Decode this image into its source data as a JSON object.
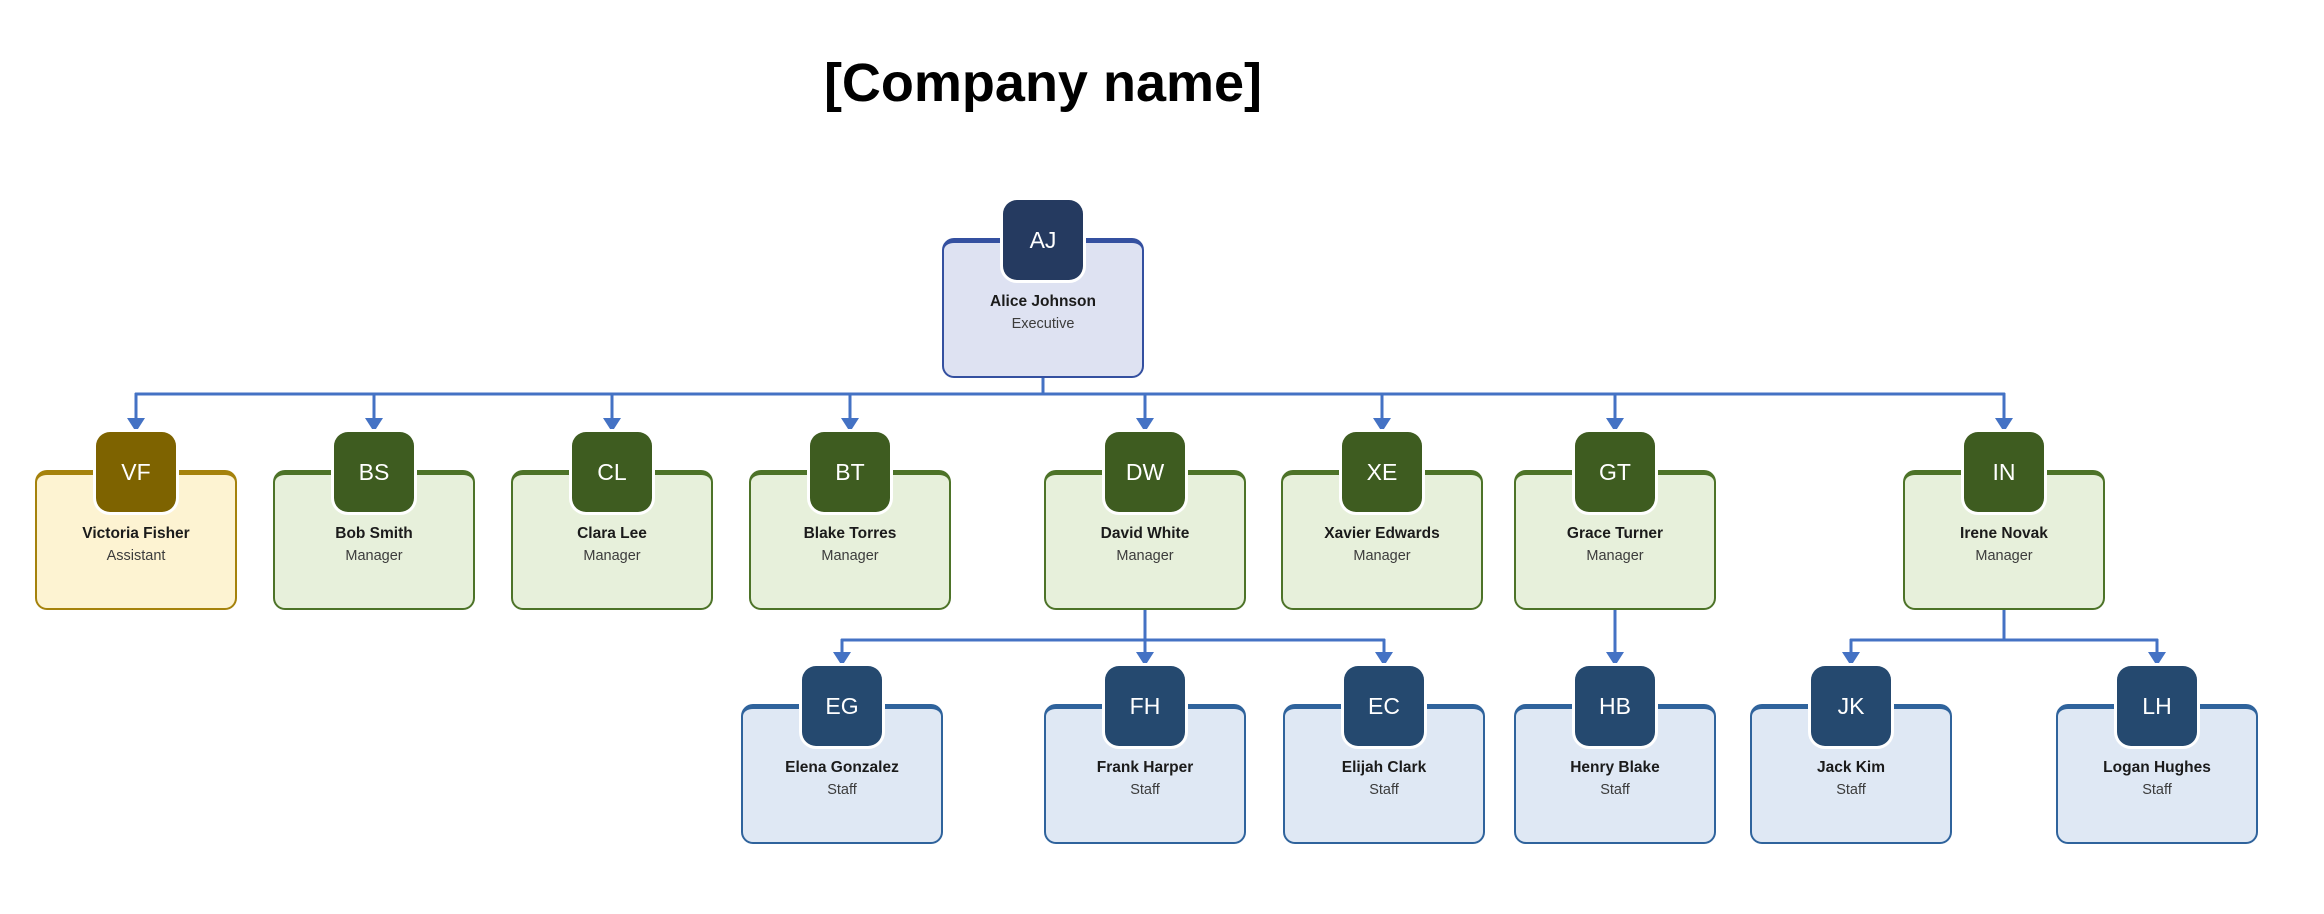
{
  "title": "[Company name]",
  "connector_color": "#4472C4",
  "themes": {
    "executive": {
      "avatar": "#253A60",
      "border": "#3450A0",
      "fill": "#DEE2F2"
    },
    "assistant": {
      "avatar": "#7E6300",
      "border": "#A5820C",
      "fill": "#FDF3D2"
    },
    "manager": {
      "avatar": "#3E5C20",
      "border": "#4D7328",
      "fill": "#E7F0DB"
    },
    "staff": {
      "avatar": "#25496F",
      "border": "#2F639C",
      "fill": "#DFE8F4"
    }
  },
  "nodes": [
    {
      "id": "aj",
      "initials": "AJ",
      "name": "Alice Johnson",
      "role": "Executive",
      "theme": "executive",
      "parent": null
    },
    {
      "id": "vf",
      "initials": "VF",
      "name": "Victoria Fisher",
      "role": "Assistant",
      "theme": "assistant",
      "parent": "aj"
    },
    {
      "id": "bs",
      "initials": "BS",
      "name": "Bob Smith",
      "role": "Manager",
      "theme": "manager",
      "parent": "aj"
    },
    {
      "id": "cl",
      "initials": "CL",
      "name": "Clara Lee",
      "role": "Manager",
      "theme": "manager",
      "parent": "aj"
    },
    {
      "id": "bt",
      "initials": "BT",
      "name": "Blake Torres",
      "role": "Manager",
      "theme": "manager",
      "parent": "aj"
    },
    {
      "id": "dw",
      "initials": "DW",
      "name": "David White",
      "role": "Manager",
      "theme": "manager",
      "parent": "aj"
    },
    {
      "id": "xe",
      "initials": "XE",
      "name": "Xavier Edwards",
      "role": "Manager",
      "theme": "manager",
      "parent": "aj"
    },
    {
      "id": "gt",
      "initials": "GT",
      "name": "Grace Turner",
      "role": "Manager",
      "theme": "manager",
      "parent": "aj"
    },
    {
      "id": "in",
      "initials": "IN",
      "name": "Irene Novak",
      "role": "Manager",
      "theme": "manager",
      "parent": "aj"
    },
    {
      "id": "eg",
      "initials": "EG",
      "name": "Elena Gonzalez",
      "role": "Staff",
      "theme": "staff",
      "parent": "dw"
    },
    {
      "id": "fh",
      "initials": "FH",
      "name": "Frank Harper",
      "role": "Staff",
      "theme": "staff",
      "parent": "dw"
    },
    {
      "id": "ec",
      "initials": "EC",
      "name": "Elijah Clark",
      "role": "Staff",
      "theme": "staff",
      "parent": "dw"
    },
    {
      "id": "hb",
      "initials": "HB",
      "name": "Henry Blake",
      "role": "Staff",
      "theme": "staff",
      "parent": "gt"
    },
    {
      "id": "jk",
      "initials": "JK",
      "name": "Jack Kim",
      "role": "Staff",
      "theme": "staff",
      "parent": "in"
    },
    {
      "id": "lh",
      "initials": "LH",
      "name": "Logan Hughes",
      "role": "Staff",
      "theme": "staff",
      "parent": "in"
    }
  ]
}
